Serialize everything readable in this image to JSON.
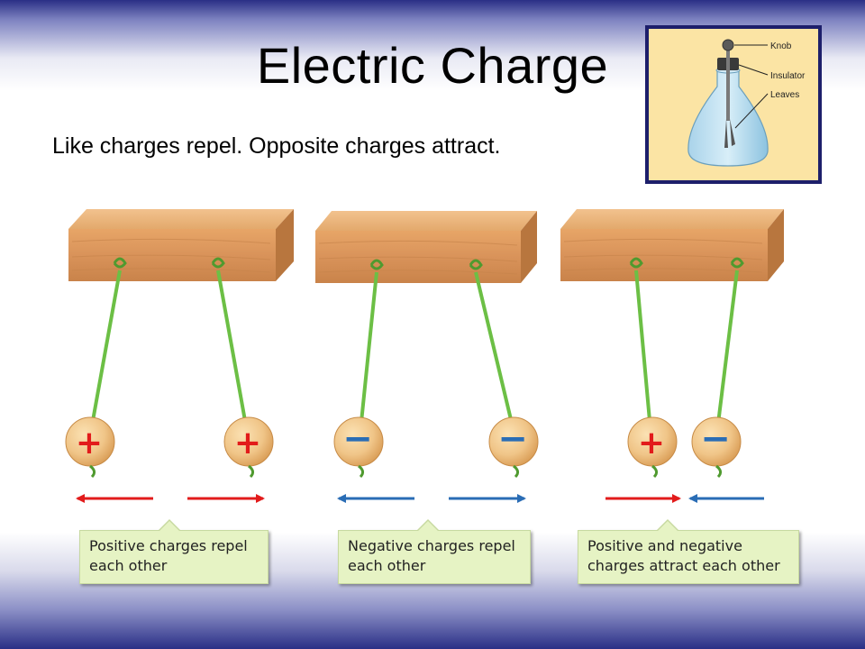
{
  "slide": {
    "title": "Electric Charge",
    "subtitle": "Like charges repel. Opposite charges attract."
  },
  "electroscope": {
    "labels": [
      "Knob",
      "Insulator",
      "Leaves"
    ]
  },
  "panels": [
    {
      "charges": [
        "+",
        "+"
      ],
      "arrows": "repel",
      "caption": [
        "Positive charges repel",
        "each other"
      ]
    },
    {
      "charges": [
        "−",
        "−"
      ],
      "arrows": "repel",
      "caption": [
        "Negative charges repel",
        "each other"
      ]
    },
    {
      "charges": [
        "+",
        "−"
      ],
      "arrows": "attract",
      "caption": [
        "Positive and negative",
        "charges attract each other"
      ]
    }
  ],
  "colors": {
    "positive": "#e21b1b",
    "negative": "#2a6db5",
    "string": "#6cbf45",
    "wood": "#e0a063",
    "caption_bg": "#e6f3c4",
    "inset_border": "#1d1f6b"
  }
}
